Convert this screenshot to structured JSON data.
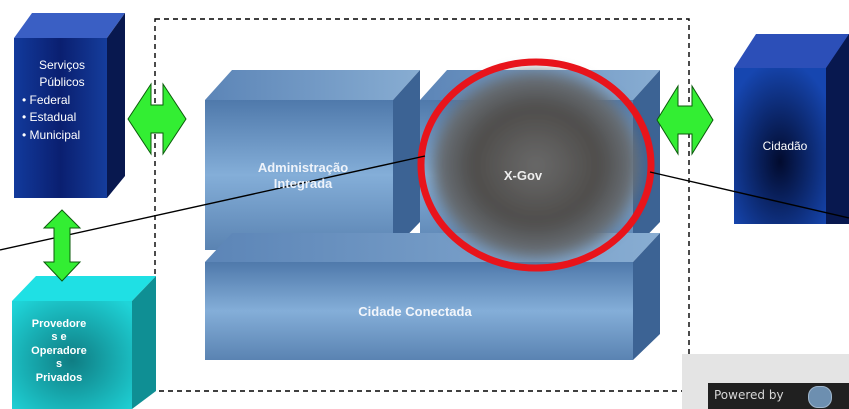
{
  "servicos": {
    "title": "Serviços Públicos",
    "items": [
      "• Federal",
      "• Estadual",
      "• Municipal"
    ]
  },
  "provedores": {
    "label_lines": [
      "Provedore",
      "s e",
      "Operadore",
      "s",
      "Privados"
    ]
  },
  "cidadao": {
    "label": "Cidadão"
  },
  "admin": {
    "label": "Administração Integrada"
  },
  "xgov": {
    "label": "X-Gov"
  },
  "cidade": {
    "label": "Cidade Conectada"
  },
  "powered": {
    "text": "Powered by"
  },
  "colors": {
    "navy": "#0c2a8c",
    "teal": "#19c6cc",
    "steel": "#6f97c2",
    "arrow_green": "#33ee33",
    "highlight_red": "#e8141b"
  }
}
